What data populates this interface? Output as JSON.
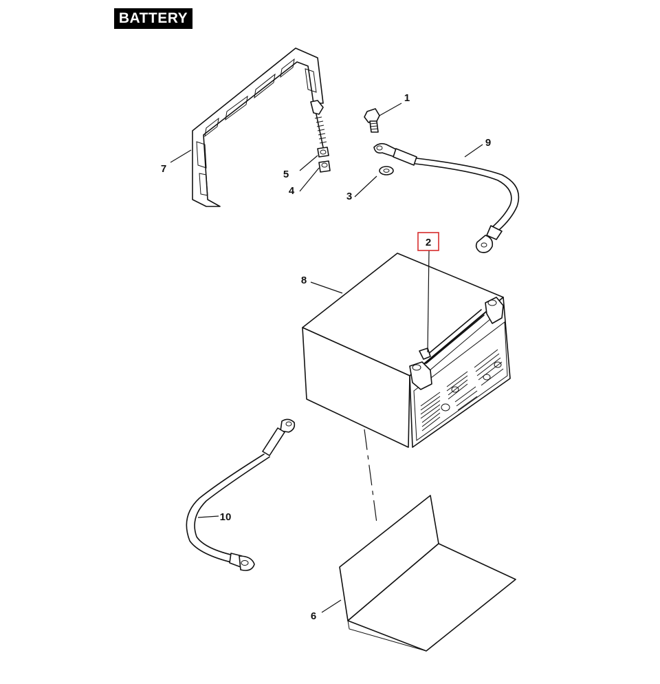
{
  "header": {
    "title": "BATTERY"
  },
  "callouts": {
    "c1": "1",
    "c2": "2",
    "c3": "3",
    "c4": "4",
    "c5": "5",
    "c6": "6",
    "c7": "7",
    "c8": "8",
    "c9": "9",
    "c10": "10"
  },
  "highlight": {
    "callout": "2",
    "color": "#d62b2b"
  }
}
